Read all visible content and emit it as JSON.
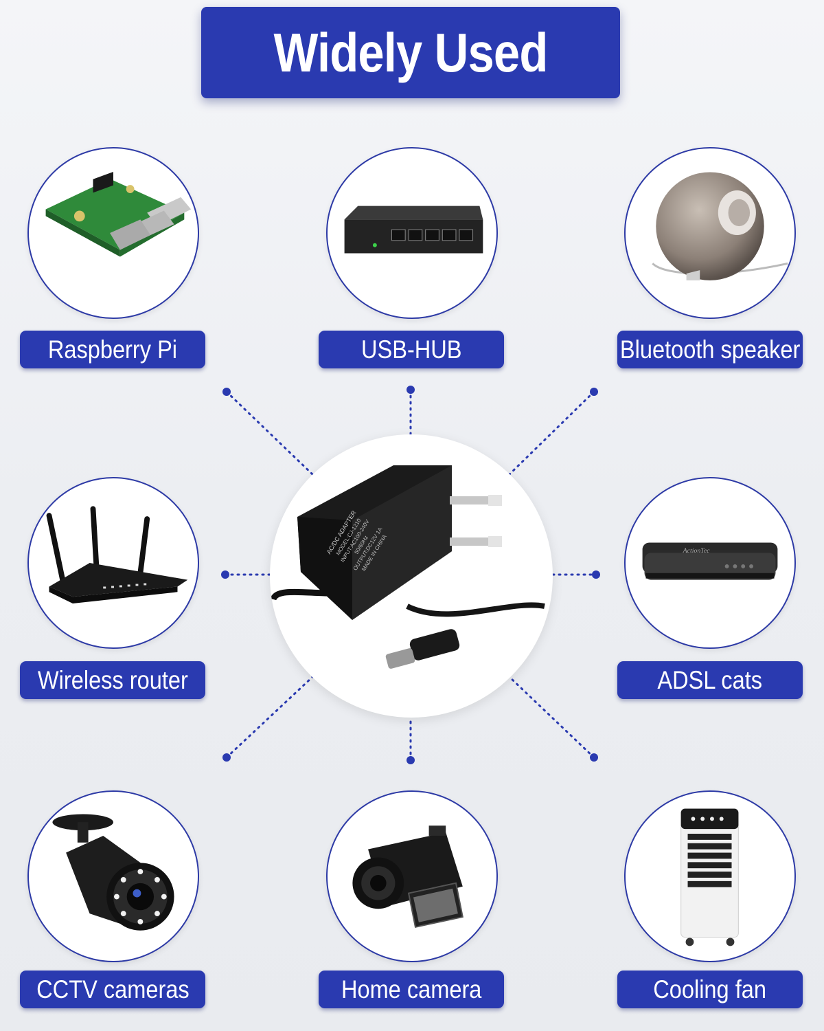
{
  "title": "Widely Used",
  "colors": {
    "accent": "#2a3ab0",
    "label_text": "#ffffff",
    "circle_border": "#2d3aa6",
    "dot": "#2a3ab0"
  },
  "devices": [
    {
      "label": "Raspberry Pi",
      "icon": "raspberry-pi-board-icon"
    },
    {
      "label": "USB-HUB",
      "icon": "network-switch-icon"
    },
    {
      "label": "Bluetooth speaker",
      "icon": "sphere-speaker-icon"
    },
    {
      "label": "Wireless router",
      "icon": "wireless-router-icon"
    },
    {
      "label": "ADSL cats",
      "icon": "adsl-modem-icon"
    },
    {
      "label": "CCTV cameras",
      "icon": "bullet-camera-icon"
    },
    {
      "label": "Home camera",
      "icon": "mirrorless-camera-icon"
    },
    {
      "label": "Cooling fan",
      "icon": "air-cooler-icon"
    }
  ],
  "adapter": {
    "icon": "power-adapter-icon",
    "markings": [
      "AC/DC ADAPTER",
      "MODEL:CJ-1210",
      "INPUT:AC100-240V",
      "50/60Hz",
      "OUTPUT:DC12V 1A",
      "MADE IN CHINA"
    ]
  }
}
